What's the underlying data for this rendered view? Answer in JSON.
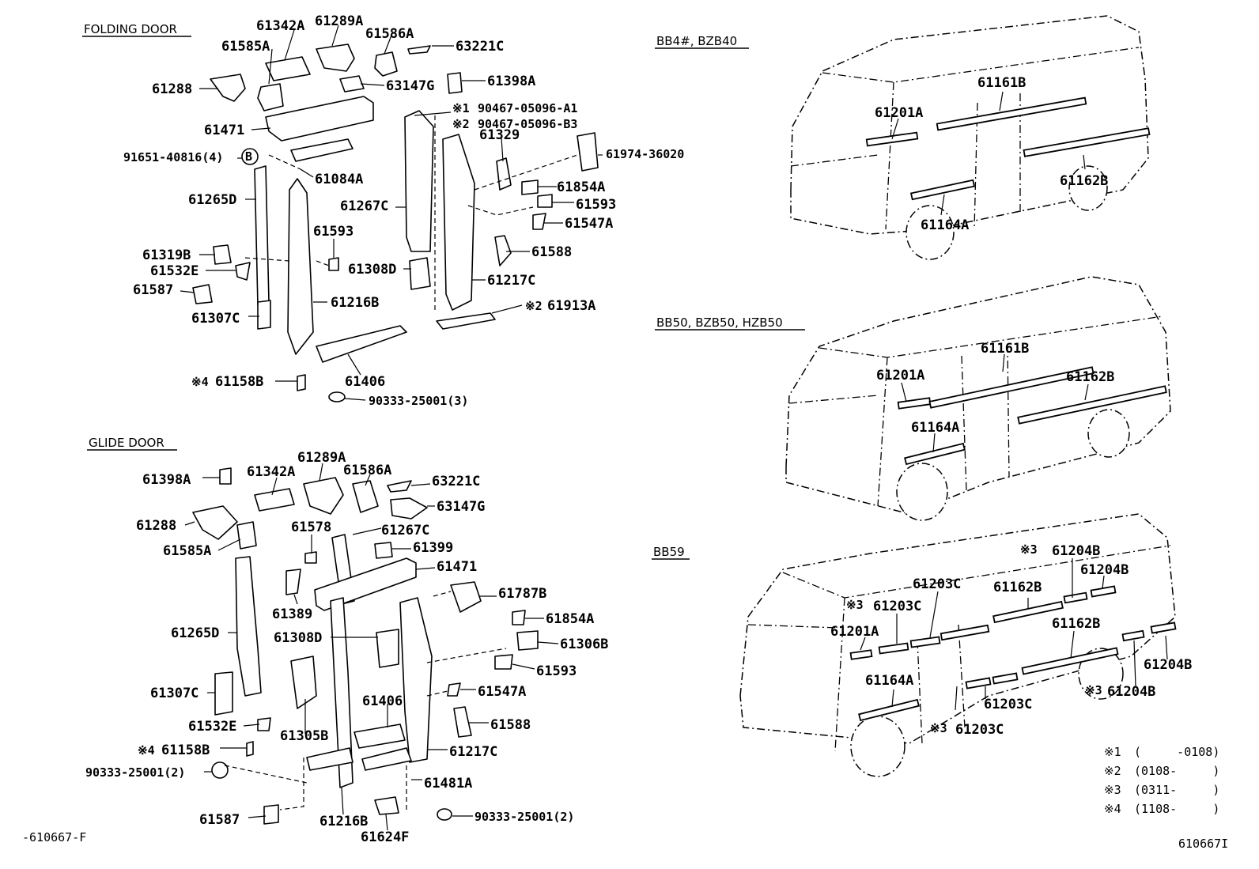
{
  "sections": {
    "folding": {
      "title": "FOLDING DOOR",
      "labels": [
        "61342A",
        "61289A",
        "61586A",
        "63221C",
        "61585A",
        "61288",
        "63147G",
        "61398A",
        "61471",
        "90467-05096-A1",
        "90467-05096-B3",
        "91651-40816(4)",
        "61084A",
        "61329",
        "61974-36020",
        "61265D",
        "61267C",
        "61854A",
        "61593",
        "61547A",
        "61593",
        "61588",
        "61319B",
        "61532E",
        "61308D",
        "61217C",
        "61587",
        "61216B",
        "61913A",
        "61307C",
        "61406",
        "61158B",
        "90333-25001(3)"
      ]
    },
    "glide": {
      "title": "GLIDE DOOR",
      "labels": [
        "61398A",
        "61342A",
        "61289A",
        "61586A",
        "63221C",
        "63147G",
        "61288",
        "61578",
        "61267C",
        "61585A",
        "61399",
        "61471",
        "61787B",
        "61389",
        "61854A",
        "61265D",
        "61308D",
        "61306B",
        "61593",
        "61307C",
        "61406",
        "61547A",
        "61588",
        "61532E",
        "61305B",
        "61158B",
        "61217C",
        "90333-25001(2)",
        "61481A",
        "61587",
        "61216B",
        "61624F",
        "90333-25001(2)"
      ]
    },
    "bb4": {
      "title": "BB4#, BZB40",
      "labels": [
        "61161B",
        "61201A",
        "61162B",
        "61164A"
      ]
    },
    "bb50": {
      "title": "BB50, BZB50, HZB50",
      "labels": [
        "61161B",
        "61201A",
        "61162B",
        "61164A"
      ]
    },
    "bb59": {
      "title": "BB59",
      "labels": [
        "61204B",
        "61204B",
        "61203C",
        "61162B",
        "61203C",
        "61201A",
        "61162B",
        "61204B",
        "61164A",
        "61204B",
        "61203C",
        "61203C"
      ]
    }
  },
  "marks": {
    "m1": "※1",
    "m2": "※2",
    "m3": "※3",
    "m4": "※4",
    "b": "B"
  },
  "notes": [
    {
      "mark": "※1",
      "range": "(     -0108)"
    },
    {
      "mark": "※2",
      "range": "(0108-     )"
    },
    {
      "mark": "※3",
      "range": "(0311-     )"
    },
    {
      "mark": "※4",
      "range": "(1108-     )"
    }
  ],
  "footer": {
    "left_code": "-610667-F",
    "right_code": "610667I"
  }
}
